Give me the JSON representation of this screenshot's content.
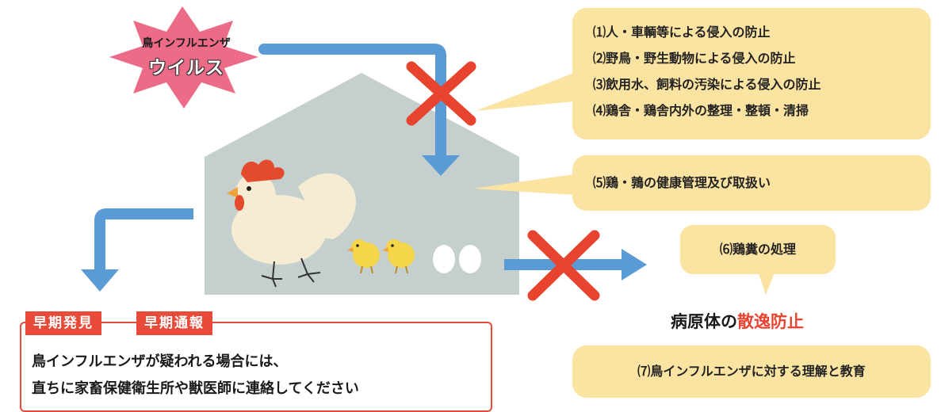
{
  "virus": {
    "label_small": "鳥インフルエンザ",
    "label_big": "ウイルス"
  },
  "prevention": {
    "items": [
      "⑴人・車輌等による侵入の防止",
      "⑵野鳥・野生動物による侵入の防止",
      "⑶飲用水、飼料の汚染による侵入の防止",
      "⑷鶏舎・鶏舎内外の整理・整頓・清掃"
    ],
    "item5": "⑸鶏・鶉の健康管理及び取扱い",
    "item6": "⑹鶏糞の処理",
    "item7": "⑺鳥インフルエンザに対する理解と教育"
  },
  "spread": {
    "prefix": "病原体の",
    "highlight": "散逸防止"
  },
  "early": {
    "tag1": "早期発見",
    "tag2": "早期通報",
    "line1": "鳥インフルエンザが疑われる場合には、",
    "line2": "直ちに家畜保健衛生所や獣医師に連絡してください"
  },
  "colors": {
    "arrow": "#5b9bd5",
    "cross": "#e8432e",
    "house": "#c5cfce",
    "callout": "#fbe3a1",
    "virus": "#ec6b86",
    "tag": "#e84b39"
  }
}
